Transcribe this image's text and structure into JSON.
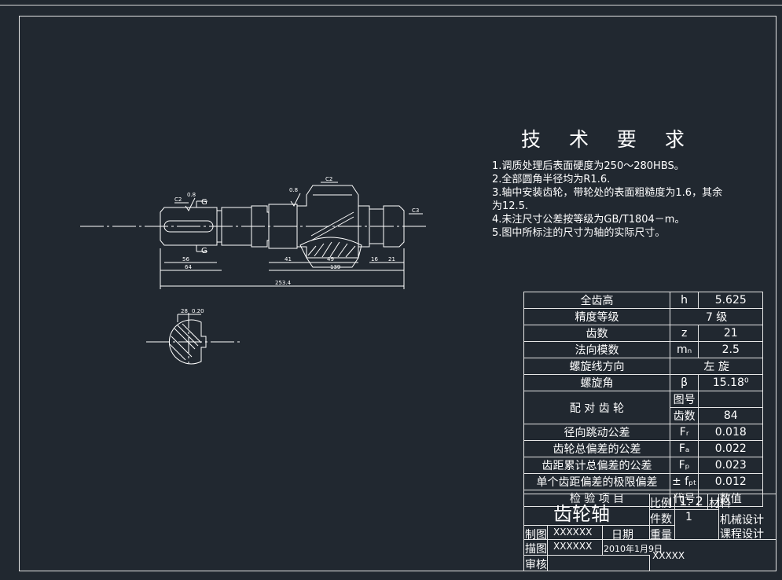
{
  "drawing": {
    "tech_title": "技 术 要 求",
    "requirements": [
      "1.调质处理后表面硬度为250～280HBS。",
      "2.全部圆角半径均为R1.6.",
      "3.轴中安装齿轮，带轮处的表面粗糙度为1.6，其余",
      "为12.5.",
      "4.未注尺寸公差按等级为GB/T1804－m。",
      "5.图中所标注的尺寸为轴的实际尺寸。"
    ],
    "dimensions": {
      "d56": "56",
      "d64": "64",
      "d41": "41",
      "d49": "49",
      "d139": "139",
      "d16": "16",
      "d21": "21",
      "d253": "253.4",
      "c2a": "C2",
      "c2b": "C2",
      "c3": "C3",
      "g1": "G",
      "g2": "G",
      "rough1": "0.8",
      "rough2": "0.8",
      "sec_w": "28",
      "sec_tol": "0.20"
    }
  },
  "params": {
    "rows": [
      {
        "name": "全齿高",
        "sym": "h",
        "val": "5.625"
      },
      {
        "name": "精度等级",
        "sym": "",
        "val": "7  级"
      },
      {
        "name": "齿数",
        "sym": "z",
        "val": "21"
      },
      {
        "name": "法向模数",
        "sym": "mₙ",
        "val": "2.5"
      },
      {
        "name": "螺旋线方向",
        "sym": "",
        "val": "左 旋"
      },
      {
        "name": "螺旋角",
        "sym": "β",
        "val": "15.18⁰"
      }
    ],
    "pair": {
      "name": "配 对 齿 轮",
      "sub1": "图号",
      "sub1_val": "",
      "sub2": "齿数",
      "sub2_val": "84"
    },
    "tol_rows": [
      {
        "name": "径向跳动公差",
        "sym": "Fᵣ",
        "val": "0.018"
      },
      {
        "name": "齿轮总偏差的公差",
        "sym": "Fₐ",
        "val": "0.022"
      },
      {
        "name": "齿距累计总偏差的公差",
        "sym": "Fₚ",
        "val": "0.023"
      },
      {
        "name": "单个齿距偏差的极限偏差",
        "sym": "± fₚₜ",
        "val": "0.012"
      }
    ],
    "footer": {
      "name": "检 验 项 目",
      "sym": "代号",
      "val": "数值"
    }
  },
  "title_block": {
    "part_name": "齿轮轴",
    "scale_label": "比例",
    "scale_value": "1: 2",
    "material_label": "材料",
    "count_label": "件数",
    "count_value": "1",
    "weight_label": "重量",
    "course": "机械设计",
    "course2": "课程设计",
    "drawn_label": "制图",
    "drawn_name": "XXXXXX",
    "date_label": "日期",
    "traced_label": "描图",
    "traced_name": "XXXXXX",
    "date_value": "2010年1月9日",
    "review_label": "审核",
    "company": "XXXXX"
  }
}
